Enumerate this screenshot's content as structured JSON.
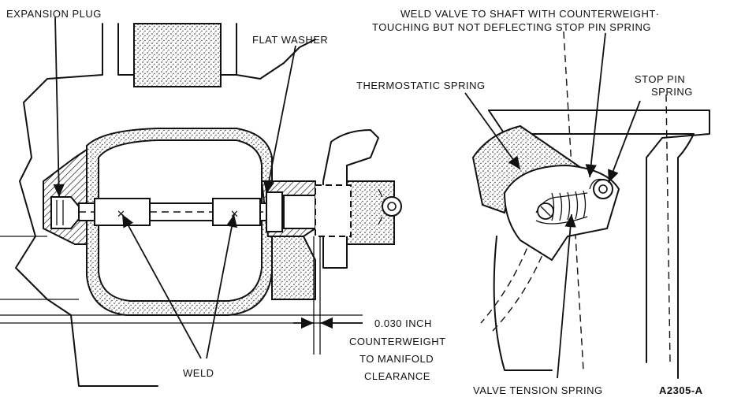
{
  "labels": {
    "expansion_plug": "EXPANSION PLUG",
    "flat_washer": "FLAT WASHER",
    "weld_valve_line1": "WELD VALVE TO SHAFT WITH COUNTERWEIGHT·",
    "weld_valve_line2": "TOUCHING BUT NOT DEFLECTING STOP PIN SPRING",
    "thermostatic_spring": "THERMOSTATIC SPRING",
    "stop_pin_line1": "STOP PIN",
    "stop_pin_line2": "SPRING",
    "clearance_line1": "0.030 INCH",
    "clearance_line2": "COUNTERWEIGHT",
    "clearance_line3": "TO MANIFOLD",
    "clearance_line4": "CLEARANCE",
    "weld": "WELD",
    "valve_tension_spring": "VALVE TENSION SPRING",
    "figure_id": "A2305-A"
  },
  "colors": {
    "ink": "#111111",
    "paper": "#ffffff"
  }
}
